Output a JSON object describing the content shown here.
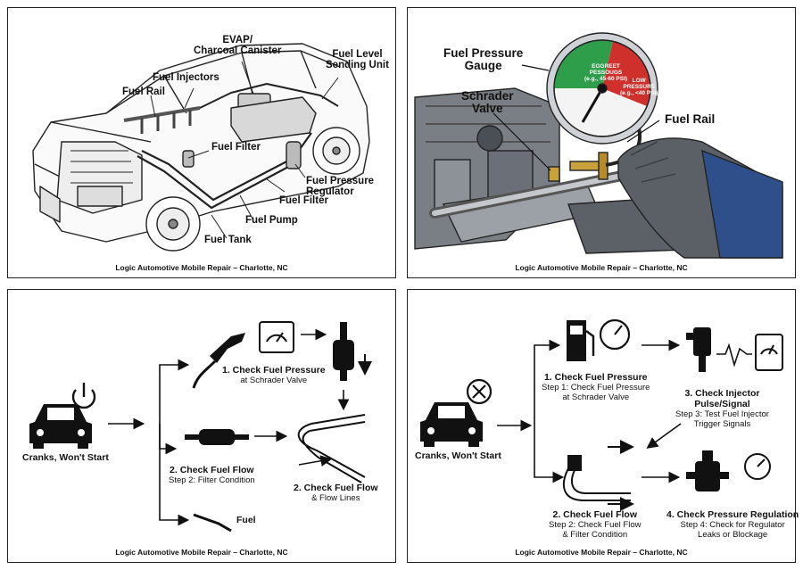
{
  "footer": "Logic Automotive Mobile Repair – Charlotte, NC",
  "panel1": {
    "labels": {
      "evap": "EVAP/\nCharcoal Canister",
      "fuel_level": "Fuel Level\nSending Unit",
      "fuel_injectors": "Fuel Injectors",
      "fuel_rail": "Fuel Rail",
      "fuel_filter_left": "Fuel Filter",
      "fuel_pressure_regulator": "Fuel Pressure\nRegulator",
      "fuel_filter_right": "Fuel Filter",
      "fuel_pump": "Fuel Pump",
      "fuel_tank": "Fuel Tank"
    }
  },
  "panel2": {
    "labels": {
      "gauge": "Fuel Pressure\nGauge",
      "schrader": "Schrader\nValve",
      "fuel_rail": "Fuel Rail"
    },
    "gauge_face": {
      "green_text": "EGGREET\nPESSOUGS\n(e.g., 45-60 PSI)",
      "red_text": "LOW\nPRESSURE\n(e.g., <40 PSI)"
    }
  },
  "panel3": {
    "start_label": "Cranks, Won't Start",
    "step1_title": "1. Check Fuel Pressure",
    "step1_sub": "at Schrader Valve",
    "step2_title": "2. Check Fuel Flow",
    "step2_sub": "Step 2: Filter Condition",
    "step2b_title": "2. Check Fuel Flow",
    "step2b_sub": "& Flow Lines",
    "fuel_label": "Fuel"
  },
  "panel4": {
    "start_label": "Cranks, Won't Start",
    "step1_title": "1. Check Fuel Pressure",
    "step1_sub": "Step 1: Check Fuel Pressure\nat Schrader Valve",
    "step2_title": "2. Check Fuel Flow",
    "step2_sub": "Step 2: Check Fuel Flow\n& Filter Condition",
    "step3_title": "3. Check Injector\nPulse/Signal",
    "step3_sub": "Step 3: Test Fuel Injector\nTrigger Signals",
    "step4_title": "4. Check Pressure Regulation",
    "step4_sub": "Step 4: Check for Regulator\nLeaks or Blockage"
  },
  "colors": {
    "gauge_green": "#2e9e4a",
    "gauge_red": "#d0302c",
    "glove": "#5b5f66",
    "sleeve": "#2f4f8a",
    "brass": "#c9a23c"
  }
}
